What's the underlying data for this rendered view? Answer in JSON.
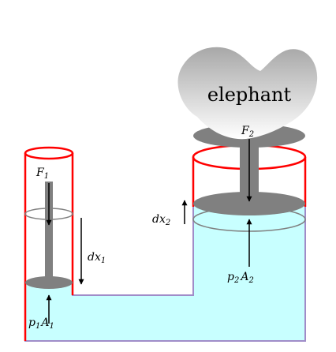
{
  "diagram": {
    "object_label": "elephant",
    "colors": {
      "fluid": "#c8ffff",
      "fluid_edge": "#a08cc8",
      "cylinder_wall": "#ff0000",
      "piston": "#808080",
      "level_marker": "#808080",
      "arrow": "#000000"
    },
    "labels": {
      "F1": {
        "main": "F",
        "sub": "1"
      },
      "F2": {
        "main": "F",
        "sub": "2"
      },
      "dx1": {
        "main": "dx",
        "sub": "1"
      },
      "dx2": {
        "main": "dx",
        "sub": "2"
      },
      "p1A1": {
        "p": "p",
        "psub": "1",
        "a": "A",
        "asub": "1"
      },
      "p2A2": {
        "p": "p",
        "psub": "2",
        "a": "A",
        "asub": "2"
      }
    }
  }
}
